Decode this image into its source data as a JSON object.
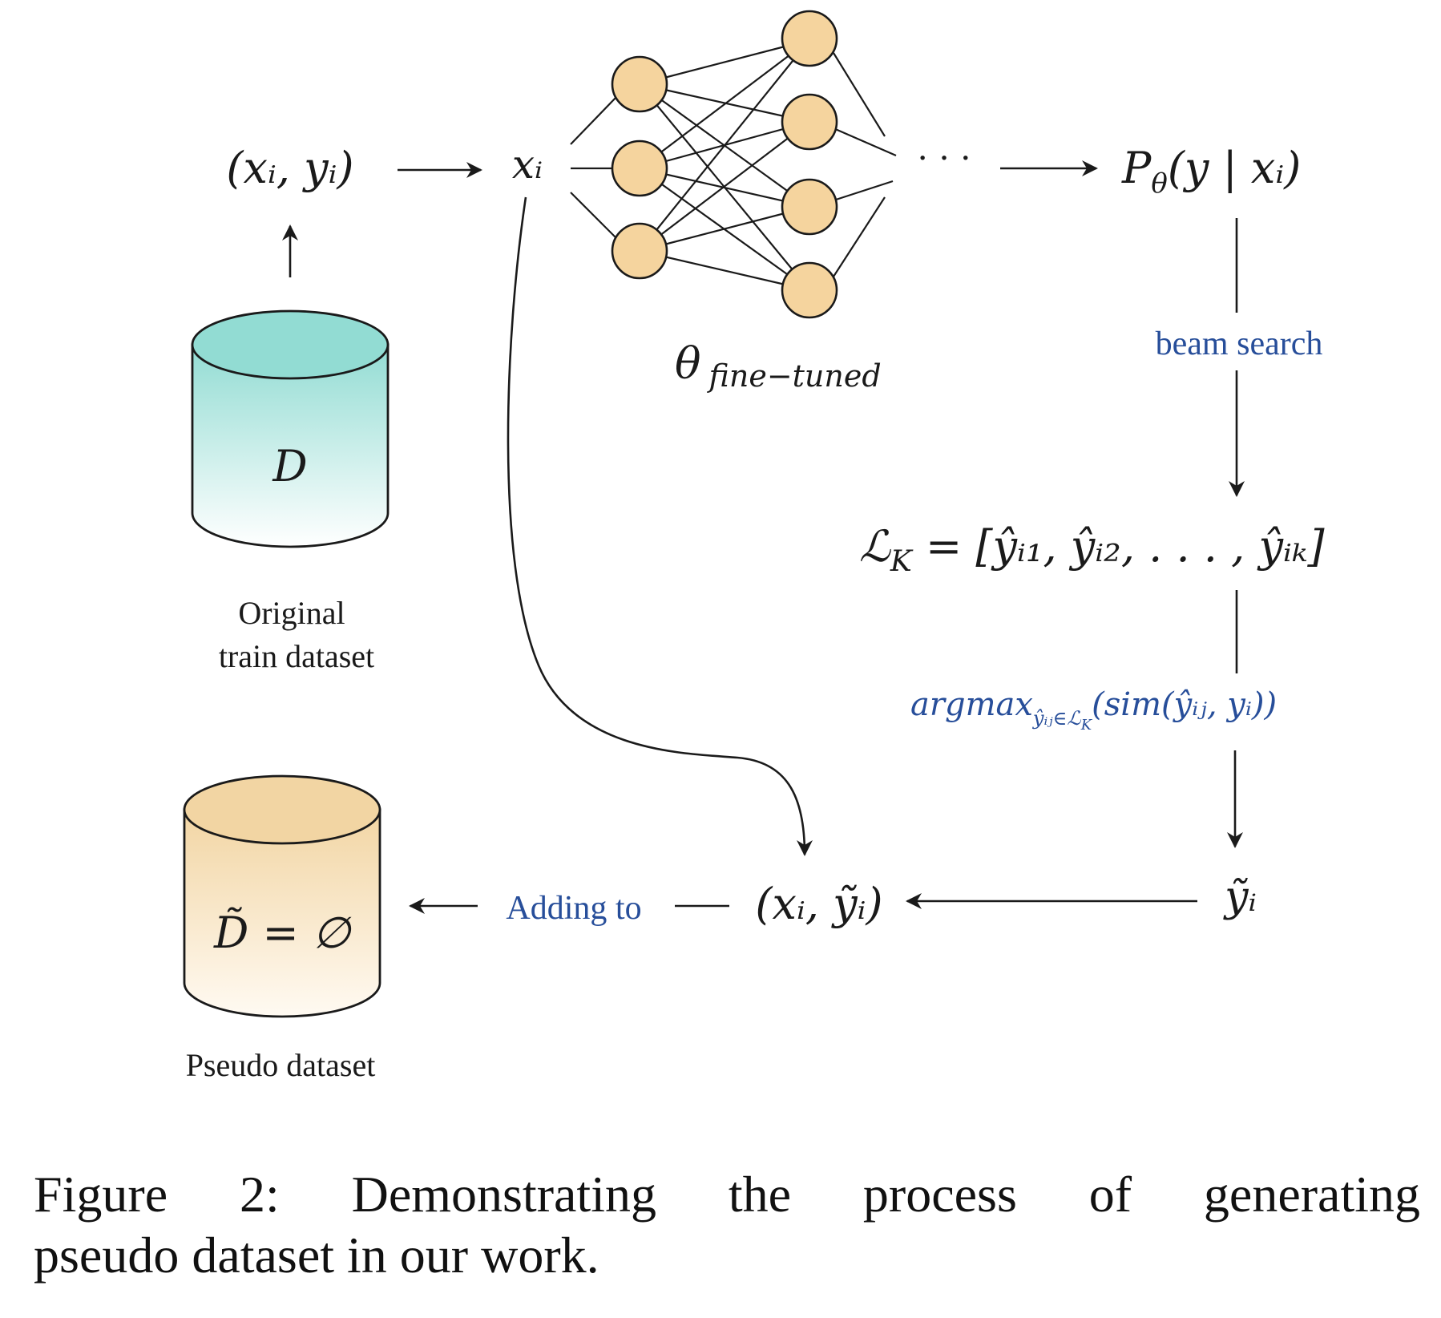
{
  "labels": {
    "pair": "(xᵢ, yᵢ)",
    "input": "xᵢ",
    "model_param": "θ",
    "model_param_sub": "fine−tuned",
    "ellipsis": "· · ·",
    "output_dist": "P",
    "output_dist_sub": "θ",
    "output_dist_rest": "(y | xᵢ)",
    "beam_search": "beam search",
    "candidate_list": "ℒ",
    "candidate_list_sub": "K",
    "candidate_list_rest": " = [ŷᵢ₁, ŷᵢ₂, . . . , ŷᵢₖ]",
    "argmax": "argmax",
    "argmax_sub": "ŷᵢⱼ∈ℒ",
    "argmax_subsub": "K",
    "argmax_rest": "(sim(ŷᵢⱼ, yᵢ))",
    "selected": "ỹᵢ",
    "new_pair": "(xᵢ, ỹᵢ)",
    "adding_to": "Adding to",
    "original_db": "D",
    "original_db_caption_line1": "Original",
    "original_db_caption_line2": "train dataset",
    "pseudo_db": "D̃ = ∅",
    "pseudo_db_caption": "Pseudo dataset"
  },
  "caption": {
    "line1": "Figure 2:  Demonstrating the process of generating",
    "line2": "pseudo dataset in our work."
  },
  "colors": {
    "original_db_top": "#92dcd3",
    "original_db_bottom": "#ffffff",
    "pseudo_db_top": "#f2d5a3",
    "pseudo_db_bottom": "#fffaf2",
    "neuron_fill": "#f5d49e",
    "annotation_blue": "#274e9a"
  }
}
